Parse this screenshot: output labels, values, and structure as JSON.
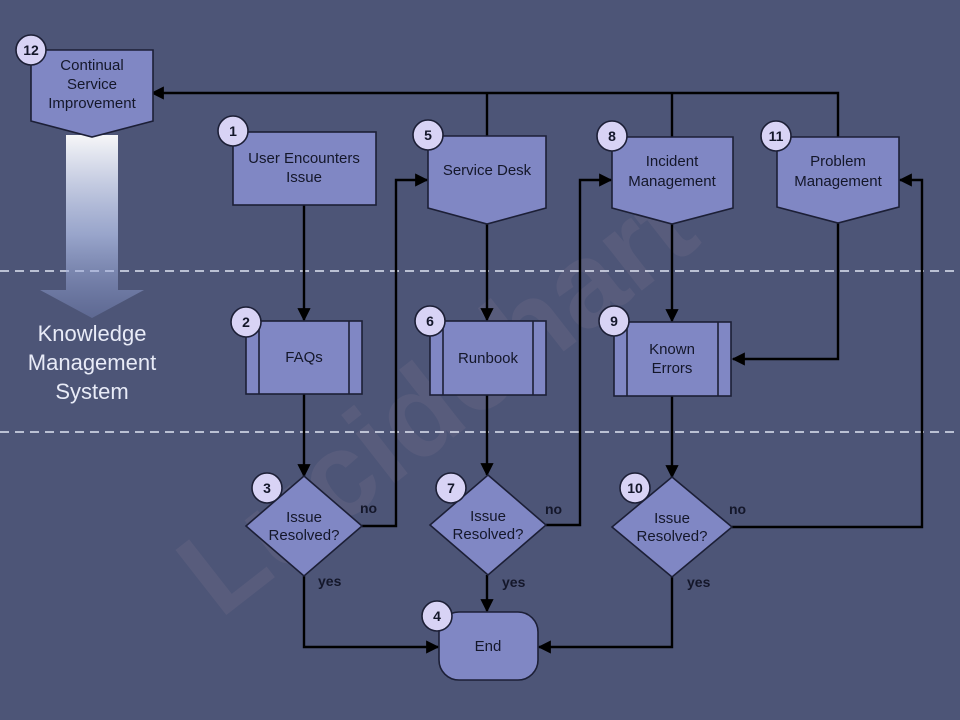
{
  "background_color": "#4d5577",
  "node_color": "#8087c4",
  "badge_color": "#d8d3f5",
  "watermark": "Lucidchart",
  "knowledge_system": {
    "lines": [
      "Knowledge",
      "Management",
      "System"
    ]
  },
  "nodes": {
    "n1": {
      "number": "1",
      "lines": [
        "User Encounters",
        "Issue"
      ]
    },
    "n2": {
      "number": "2",
      "lines": [
        "FAQs"
      ]
    },
    "n3": {
      "number": "3",
      "lines": [
        "Issue",
        "Resolved?"
      ]
    },
    "n4": {
      "number": "4",
      "lines": [
        "End"
      ]
    },
    "n5": {
      "number": "5",
      "lines": [
        "Service Desk"
      ]
    },
    "n6": {
      "number": "6",
      "lines": [
        "Runbook"
      ]
    },
    "n7": {
      "number": "7",
      "lines": [
        "Issue",
        "Resolved?"
      ]
    },
    "n8": {
      "number": "8",
      "lines": [
        "Incident",
        "Management"
      ]
    },
    "n9": {
      "number": "9",
      "lines": [
        "Known",
        "Errors"
      ]
    },
    "n10": {
      "number": "10",
      "lines": [
        "Issue",
        "Resolved?"
      ]
    },
    "n11": {
      "number": "11",
      "lines": [
        "Problem",
        "Management"
      ]
    },
    "n12": {
      "number": "12",
      "lines": [
        "Continual",
        "Service",
        "Improvement"
      ]
    }
  },
  "edge_labels": {
    "d3_no": "no",
    "d3_yes": "yes",
    "d7_no": "no",
    "d7_yes": "yes",
    "d10_no": "no",
    "d10_yes": "yes"
  }
}
